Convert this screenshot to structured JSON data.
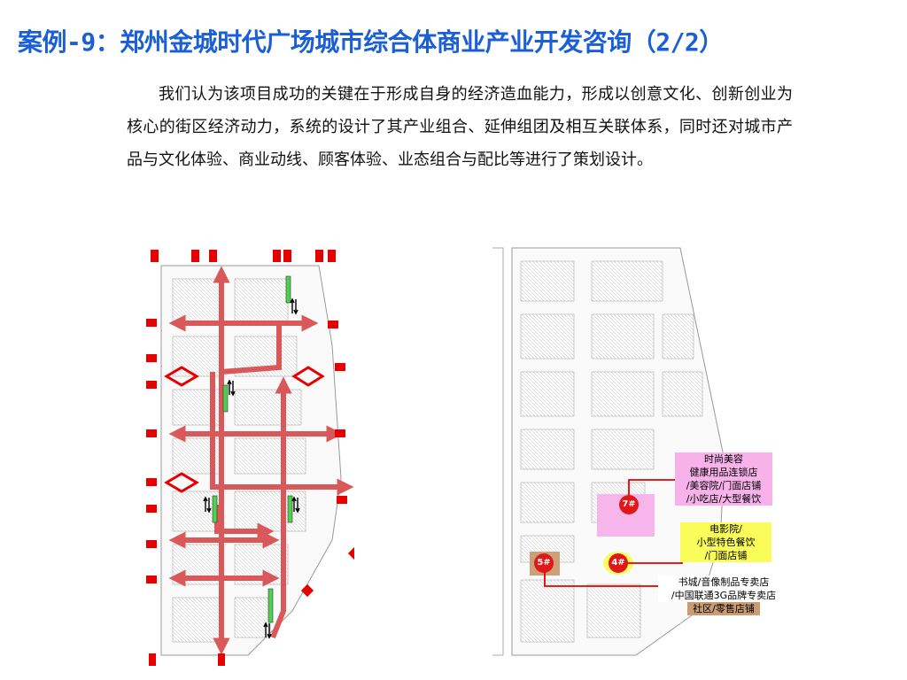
{
  "title": "案例-9：郑州金城时代广场城市综合体商业产业开发咨询（2/2）",
  "paragraph": "我们认为该项目成功的关键在于形成自身的经济造血能力，形成以创意文化、创新创业为核心的街区经济动力，系统的设计了其产业组合、延伸组团及相互关联体系，同时还对城市产品与文化体验、商业动线、顾客体验、业态组合与配比等进行了策划设计。",
  "plan_right": {
    "buildings": [
      {
        "tag": "7#",
        "lines": [
          "时尚美容",
          "健康用品连锁店",
          "/美容院/门面店铺",
          "/小吃店/大型餐饮"
        ],
        "color": "#f7b2ea"
      },
      {
        "tag": "4#",
        "lines": [
          "电影院/",
          "小型特色餐饮",
          "/门面店铺"
        ],
        "color": "#fafc5a"
      },
      {
        "tag": "5#",
        "lines": [
          "书城/音像制品专卖店",
          "/中国联通3G品牌专卖店",
          "社区/零售店铺"
        ],
        "color": "#c99c73"
      }
    ]
  },
  "colors": {
    "title": "#1a5fd6",
    "arrow_red": "#d9595a",
    "marker_red": "#e60000",
    "marker_green": "#4fd14f"
  }
}
